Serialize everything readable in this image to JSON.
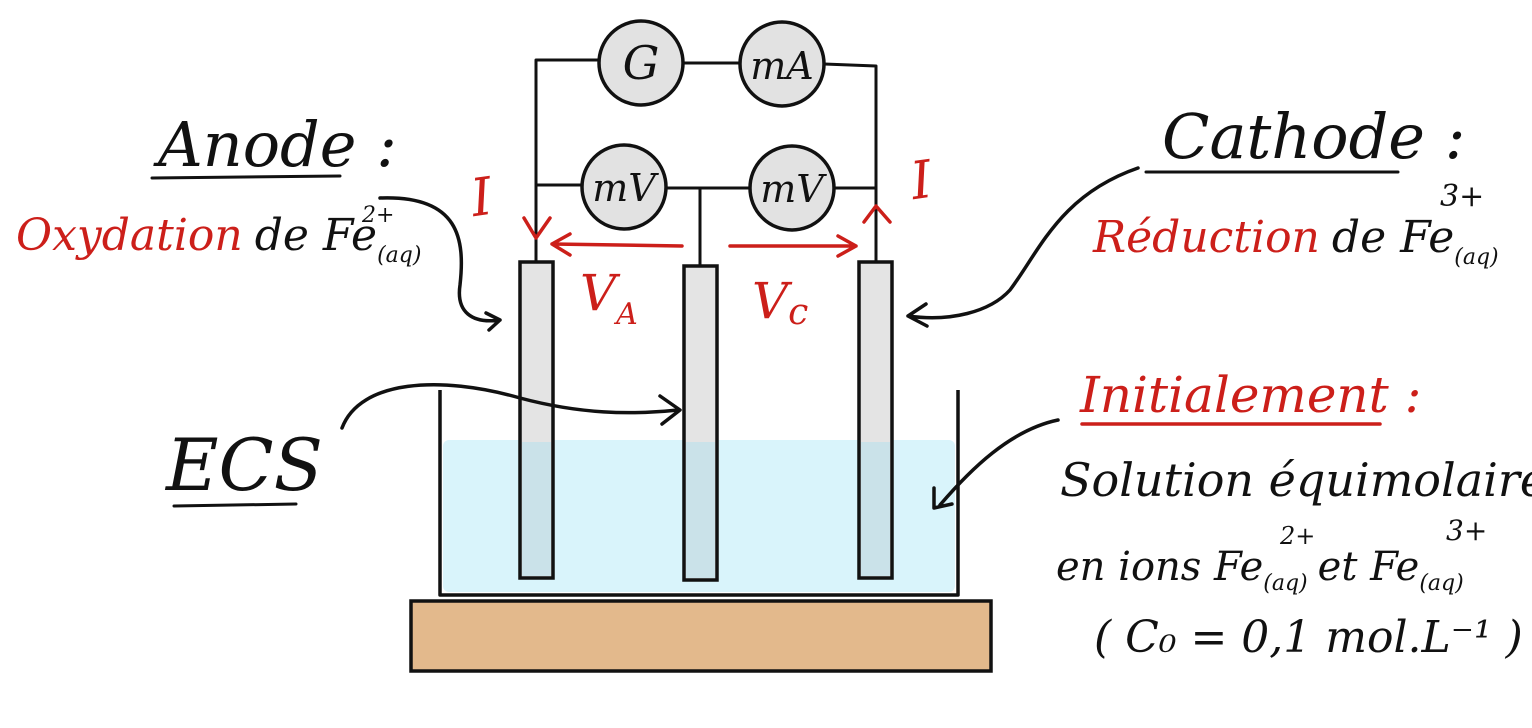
{
  "colors": {
    "ink": "#111111",
    "red": "#cc1f1a",
    "solution": "#d9f4fb",
    "electrode": "#e4e4e4",
    "meter": "#e2e2e2",
    "base": "#e3b98c"
  },
  "meters": {
    "galvanometer": "G",
    "ammeter": "mA",
    "voltmeter_left": "mV",
    "voltmeter_right": "mV"
  },
  "current": {
    "left": "I",
    "right": "I"
  },
  "potentials": {
    "anode": {
      "symbol": "V",
      "sub": "A"
    },
    "cathode": {
      "symbol": "V",
      "sub": "c"
    }
  },
  "anode": {
    "title": "Anode :",
    "desc_red": "Oxydation",
    "desc_rest": "de Fe",
    "ion_sup": "2+",
    "ion_sub": "(aq)"
  },
  "cathode": {
    "title": "Cathode :",
    "desc_red": "Réduction",
    "desc_rest": "de Fe",
    "ion_sup": "3+",
    "ion_sub": "(aq)"
  },
  "reference": {
    "label": "ECS"
  },
  "initial": {
    "title": "Initialement :",
    "line1": "Solution équimolaire",
    "line2_a": "en ions Fe",
    "line2_sup1": "2+",
    "line2_sub1": "(aq)",
    "line2_b": "et Fe",
    "line2_sup2": "3+",
    "line2_sub2": "(aq)",
    "line3": "( C₀ = 0,1 mol.L⁻¹ )"
  }
}
